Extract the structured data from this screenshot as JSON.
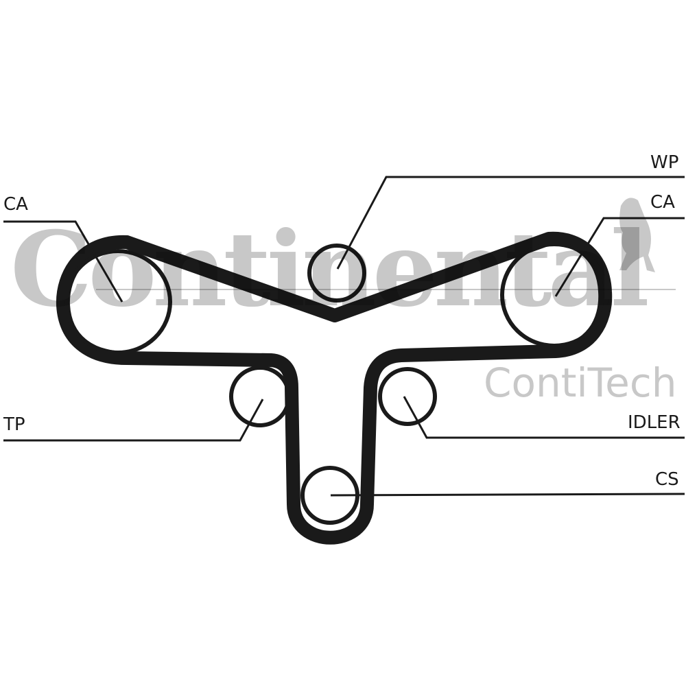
{
  "watermark": {
    "brand": "Continental",
    "sub_brand": "ContiTech"
  },
  "labels": {
    "ca_left": "CA",
    "wp": "WP",
    "ca_right": "CA",
    "tp": "TP",
    "idler": "IDLER",
    "cs": "CS"
  },
  "colors": {
    "belt": "#1a1a1a",
    "watermark": "#c8c8c8"
  }
}
